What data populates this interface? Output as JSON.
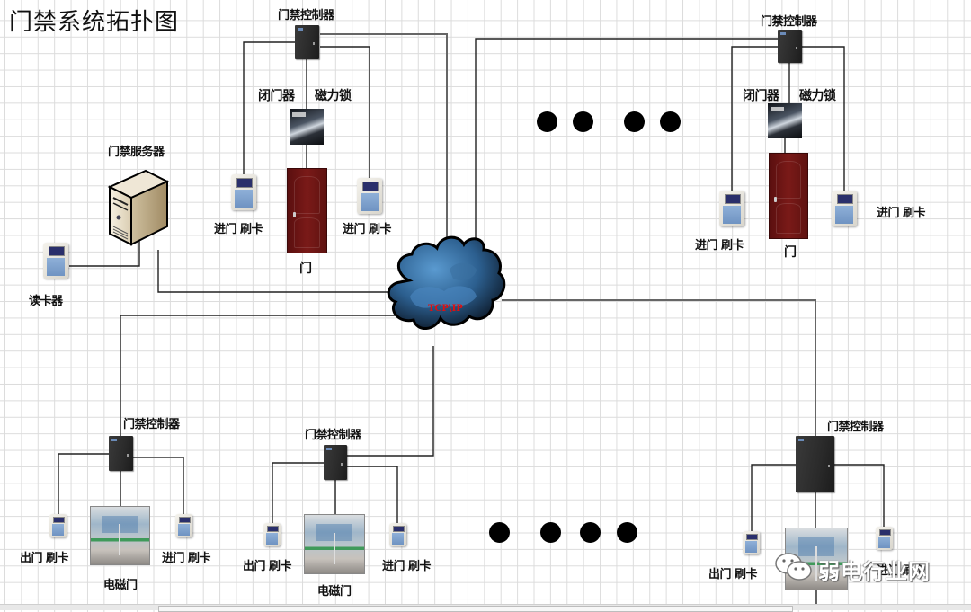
{
  "title": "门禁系统拓扑图",
  "network": {
    "label": "TCP\\IP",
    "label_color": "#e01010"
  },
  "server": {
    "label": "门禁服务器",
    "reader_label": "读卡器"
  },
  "top_left_group": {
    "controller_label": "门禁控制器",
    "closer_label": "闭门器",
    "lock_label": "磁力锁",
    "door_label": "门",
    "reader_left_label": "进门 刷卡",
    "reader_right_label": "进门 刷卡"
  },
  "top_right_group": {
    "controller_label": "门禁控制器",
    "closer_label": "闭门器",
    "lock_label": "磁力锁",
    "door_label": "门",
    "reader_left_label": "进门 刷卡",
    "reader_right_label": "进门 刷卡"
  },
  "bottom_left_group": {
    "controller_label": "门禁控制器",
    "door_label": "电磁门",
    "reader_left_label": "出门 刷卡",
    "reader_right_label": "进门 刷卡"
  },
  "bottom_middle_group": {
    "controller_label": "门禁控制器",
    "door_label": "电磁门",
    "reader_left_label": "出门 刷卡",
    "reader_right_label": "进门 刷卡"
  },
  "bottom_right_group": {
    "controller_label": "门禁控制器",
    "reader_left_label": "出门 刷卡",
    "reader_right_label": "进门 刷卡"
  },
  "ellipsis_top": {
    "meaning": "more-groups",
    "dot_count": 4
  },
  "ellipsis_bottom": {
    "meaning": "more-groups",
    "dot_count": 4
  },
  "watermark": {
    "text": "弱电行业网",
    "icon": "wechat-icon"
  }
}
